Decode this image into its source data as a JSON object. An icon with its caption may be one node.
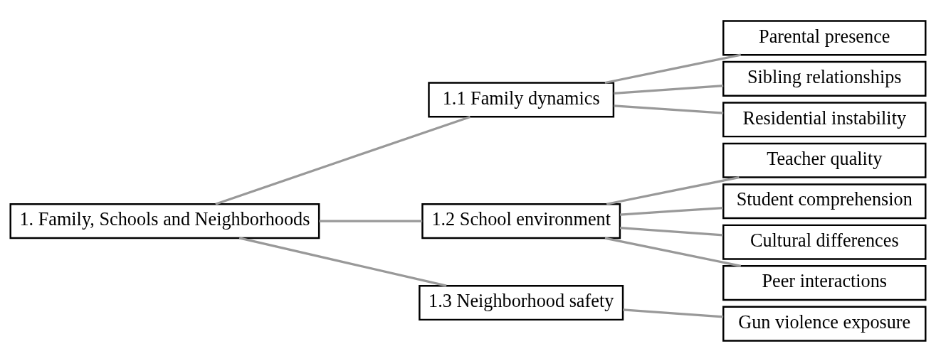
{
  "diagram": {
    "nodes": [
      {
        "text": [
          "1. Family, Schools and Neighborhoods"
        ]
      },
      {
        "text": [
          "1.1 Family dynamics"
        ]
      },
      {
        "text": [
          "1.2 School environment"
        ]
      },
      {
        "text": [
          "1.3 Neighborhood safety"
        ]
      },
      {
        "text": [
          "Parental presence"
        ]
      },
      {
        "text": [
          "Sibling relationships"
        ]
      },
      {
        "text": [
          "Residential instability"
        ]
      },
      {
        "text": [
          "Teacher quality"
        ]
      },
      {
        "text": [
          "Student comprehension"
        ]
      },
      {
        "text": [
          "Cultural differences"
        ]
      },
      {
        "text": [
          "Peer interactions"
        ]
      },
      {
        "text": [
          "Gun violence exposure"
        ]
      }
    ],
    "edges": [
      {
        "from": 0,
        "to": 1,
        "arrow": "none"
      },
      {
        "from": 0,
        "to": 2,
        "arrow": "none"
      },
      {
        "from": 0,
        "to": 3,
        "arrow": "none"
      },
      {
        "from": 1,
        "to": 4,
        "arrow": "none"
      },
      {
        "from": 1,
        "to": 5,
        "arrow": "none"
      },
      {
        "from": 1,
        "to": 6,
        "arrow": "none"
      },
      {
        "from": 2,
        "to": 7,
        "arrow": "none"
      },
      {
        "from": 2,
        "to": 8,
        "arrow": "none"
      },
      {
        "from": 2,
        "to": 9,
        "arrow": "none"
      },
      {
        "from": 2,
        "to": 10,
        "arrow": "none"
      },
      {
        "from": 3,
        "to": 11,
        "arrow": "none"
      }
    ]
  }
}
